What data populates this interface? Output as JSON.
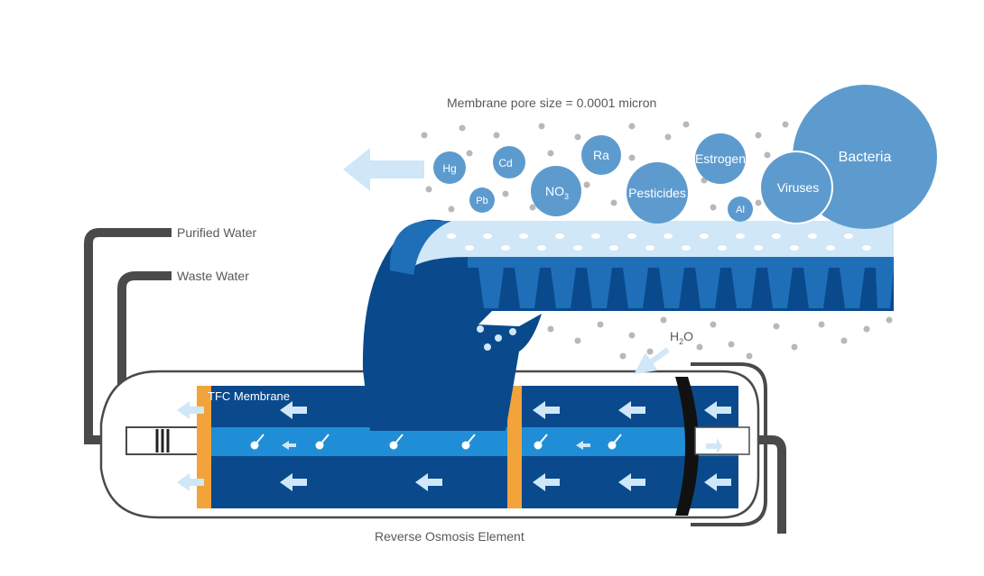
{
  "labels": {
    "pore_size": "Membrane pore size = 0.0001 micron",
    "purified_water": "Purified Water",
    "waste_water": "Waste Water",
    "tfc_membrane": "TFC Membrane",
    "element": "Reverse Osmosis Element",
    "water": "H",
    "water_sub": "2",
    "water_o": "O"
  },
  "particles": {
    "hg": "Hg",
    "cd": "Cd",
    "ra": "Ra",
    "pb": "Pb",
    "no3": "NO",
    "no3_sub": "3",
    "pesticides": "Pesticides",
    "estrogen": "Estrogen",
    "al": "Al",
    "viruses": "Viruses",
    "bacteria": "Bacteria"
  },
  "colors": {
    "dark_blue": "#0a4a8c",
    "mid_blue": "#1f6fb8",
    "light_blue": "#6fa6d4",
    "pale_blue": "#cfe7f7",
    "orange": "#f2a33a",
    "pipe": "#4a4a4a",
    "dot": "#b8b8b8"
  }
}
